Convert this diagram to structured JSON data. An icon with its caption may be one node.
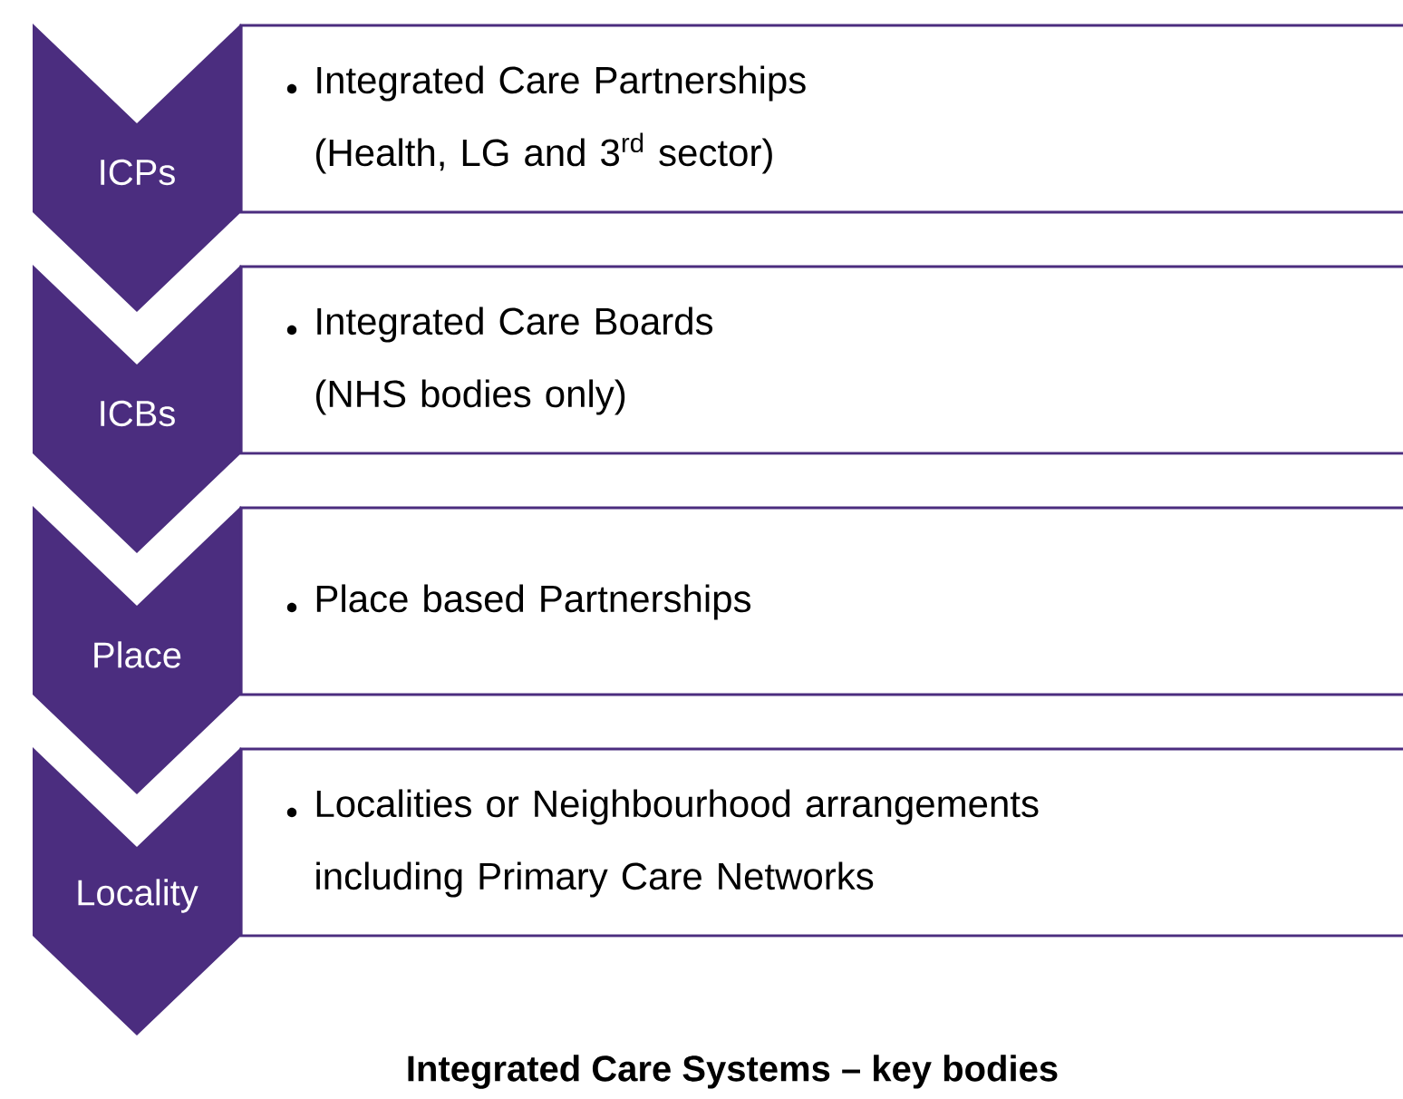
{
  "diagram": {
    "caption": "Integrated Care Systems – key bodies",
    "nodes": [
      {
        "text": [
          "ICPs"
        ]
      },
      {
        "text": [
          "Integrated Care Partnerships (Health, LG and 3$^{rd}$ sector)"
        ]
      },
      {
        "text": [
          "ICBs"
        ]
      },
      {
        "text": [
          "Integrated Care Boards (NHS bodies only)"
        ]
      },
      {
        "text": [
          "Place"
        ]
      },
      {
        "text": [
          "Place based Partnerships"
        ]
      },
      {
        "text": [
          "Locality"
        ]
      },
      {
        "text": [
          "Localities or Neighbourhood arrangements including Primary Care Networks"
        ]
      }
    ]
  }
}
